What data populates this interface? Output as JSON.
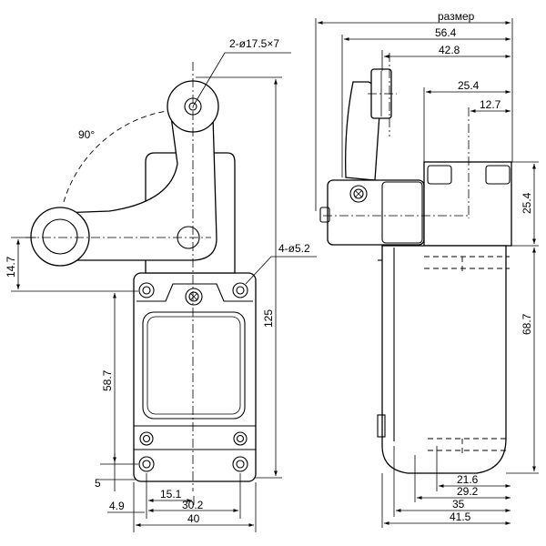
{
  "front_view": {
    "roller_callout": "2-ø17.5×7",
    "angle_label": "90°",
    "holes_callout": "4-ø5.2",
    "dim_height_total": "125",
    "dim_lever_offset": "14.7",
    "dim_mount_height": "58.7",
    "dim_bottom_offset": "5",
    "dim_hole_center": "15.1",
    "dim_hole_spacing": "30.2",
    "dim_edge": "4.9",
    "dim_width": "40"
  },
  "side_view": {
    "title": "размер",
    "dim_566": "56.4",
    "dim_428": "42.8",
    "dim_254_top": "25.4",
    "dim_127": "12.7",
    "dim_254_right": "25.4",
    "dim_687": "68.7",
    "dim_216": "21.6",
    "dim_292": "29.2",
    "dim_35": "35",
    "dim_415": "41.5"
  }
}
